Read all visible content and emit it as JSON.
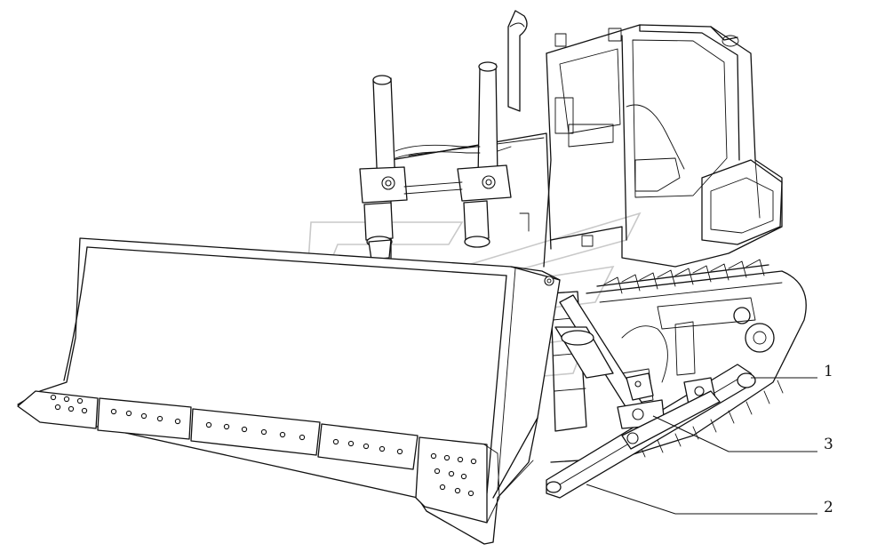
{
  "callouts": [
    {
      "id": "1",
      "label": "1"
    },
    {
      "id": "2",
      "label": "2"
    },
    {
      "id": "3",
      "label": "3"
    }
  ],
  "colors": {
    "line": "#111111",
    "watermark": "#c9c9c9",
    "background": "#ffffff"
  }
}
